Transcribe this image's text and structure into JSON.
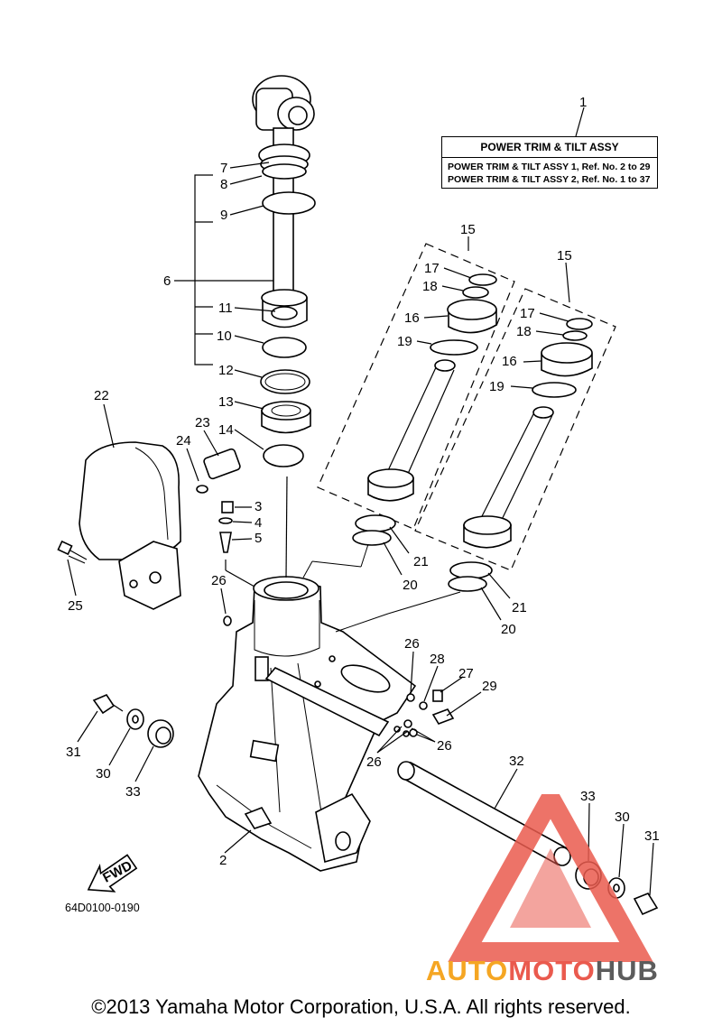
{
  "assembly": {
    "title": "POWER TRIM & TILT ASSY",
    "row1": "POWER TRIM & TILT ASSY 1,   Ref. No. 2 to 29",
    "row2": "POWER TRIM & TILT ASSY 2,   Ref. No. 1 to 37"
  },
  "callouts": {
    "c1": "1",
    "c2": "2",
    "c3": "3",
    "c4": "4",
    "c5": "5",
    "c6": "6",
    "c7": "7",
    "c8": "8",
    "c9": "9",
    "c10": "10",
    "c11": "11",
    "c12": "12",
    "c13": "13",
    "c14": "14",
    "c15": "15",
    "c16": "16",
    "c17": "17",
    "c18": "18",
    "c19": "19",
    "c20": "20",
    "c21": "21",
    "c22": "22",
    "c23": "23",
    "c24": "24",
    "c25": "25",
    "c26": "26",
    "c27": "27",
    "c28": "28",
    "c29": "29",
    "c30": "30",
    "c31": "31",
    "c32": "32",
    "c33": "33"
  },
  "fwd_label": "FWD",
  "diagram_code": "64D0100-0190",
  "copyright": "©2013 Yamaha Motor Corporation, U.S.A. All rights reserved.",
  "watermark": {
    "part1": "AUTO",
    "part2": "MOTO",
    "part3": "HUB",
    "colors": {
      "orange": "#f5a623",
      "red": "#ea5a4e",
      "gray": "#5c5c5c"
    }
  }
}
